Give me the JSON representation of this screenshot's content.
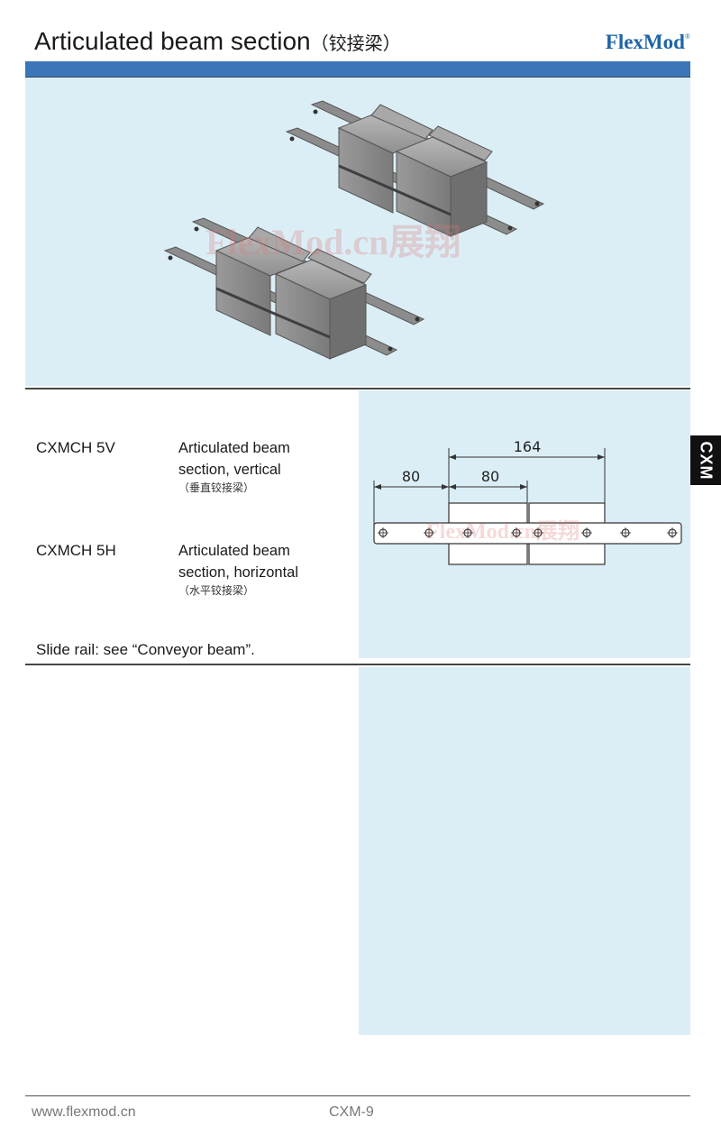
{
  "header": {
    "title": "Articulated beam section",
    "title_zh": "（铰接梁）",
    "brand": "FlexMod",
    "brand_mark": "®"
  },
  "watermark": {
    "text": "FlexMod.cn展翔",
    "color": "#e08a8a"
  },
  "products": [
    {
      "code": "CXMCH 5V",
      "description_line1": "Articulated beam",
      "description_line2": "section, vertical",
      "description_zh": "（垂直铰接梁）"
    },
    {
      "code": "CXMCH 5H",
      "description_line1": "Articulated beam",
      "description_line2": "section, horizontal",
      "description_zh": "（水平铰接梁）"
    }
  ],
  "note": "Slide rail: see “Conveyor beam”.",
  "diagram": {
    "dim_total": "164",
    "dim_left": "80",
    "dim_middle": "80"
  },
  "side_tab": "CXM",
  "footer": {
    "url": "www.flexmod.cn",
    "page": "CXM-9"
  },
  "colors": {
    "accent_bar": "#3b76b8",
    "panel_bg": "#dbeef6",
    "brand": "#1f64a6",
    "tab_bg": "#111111"
  }
}
